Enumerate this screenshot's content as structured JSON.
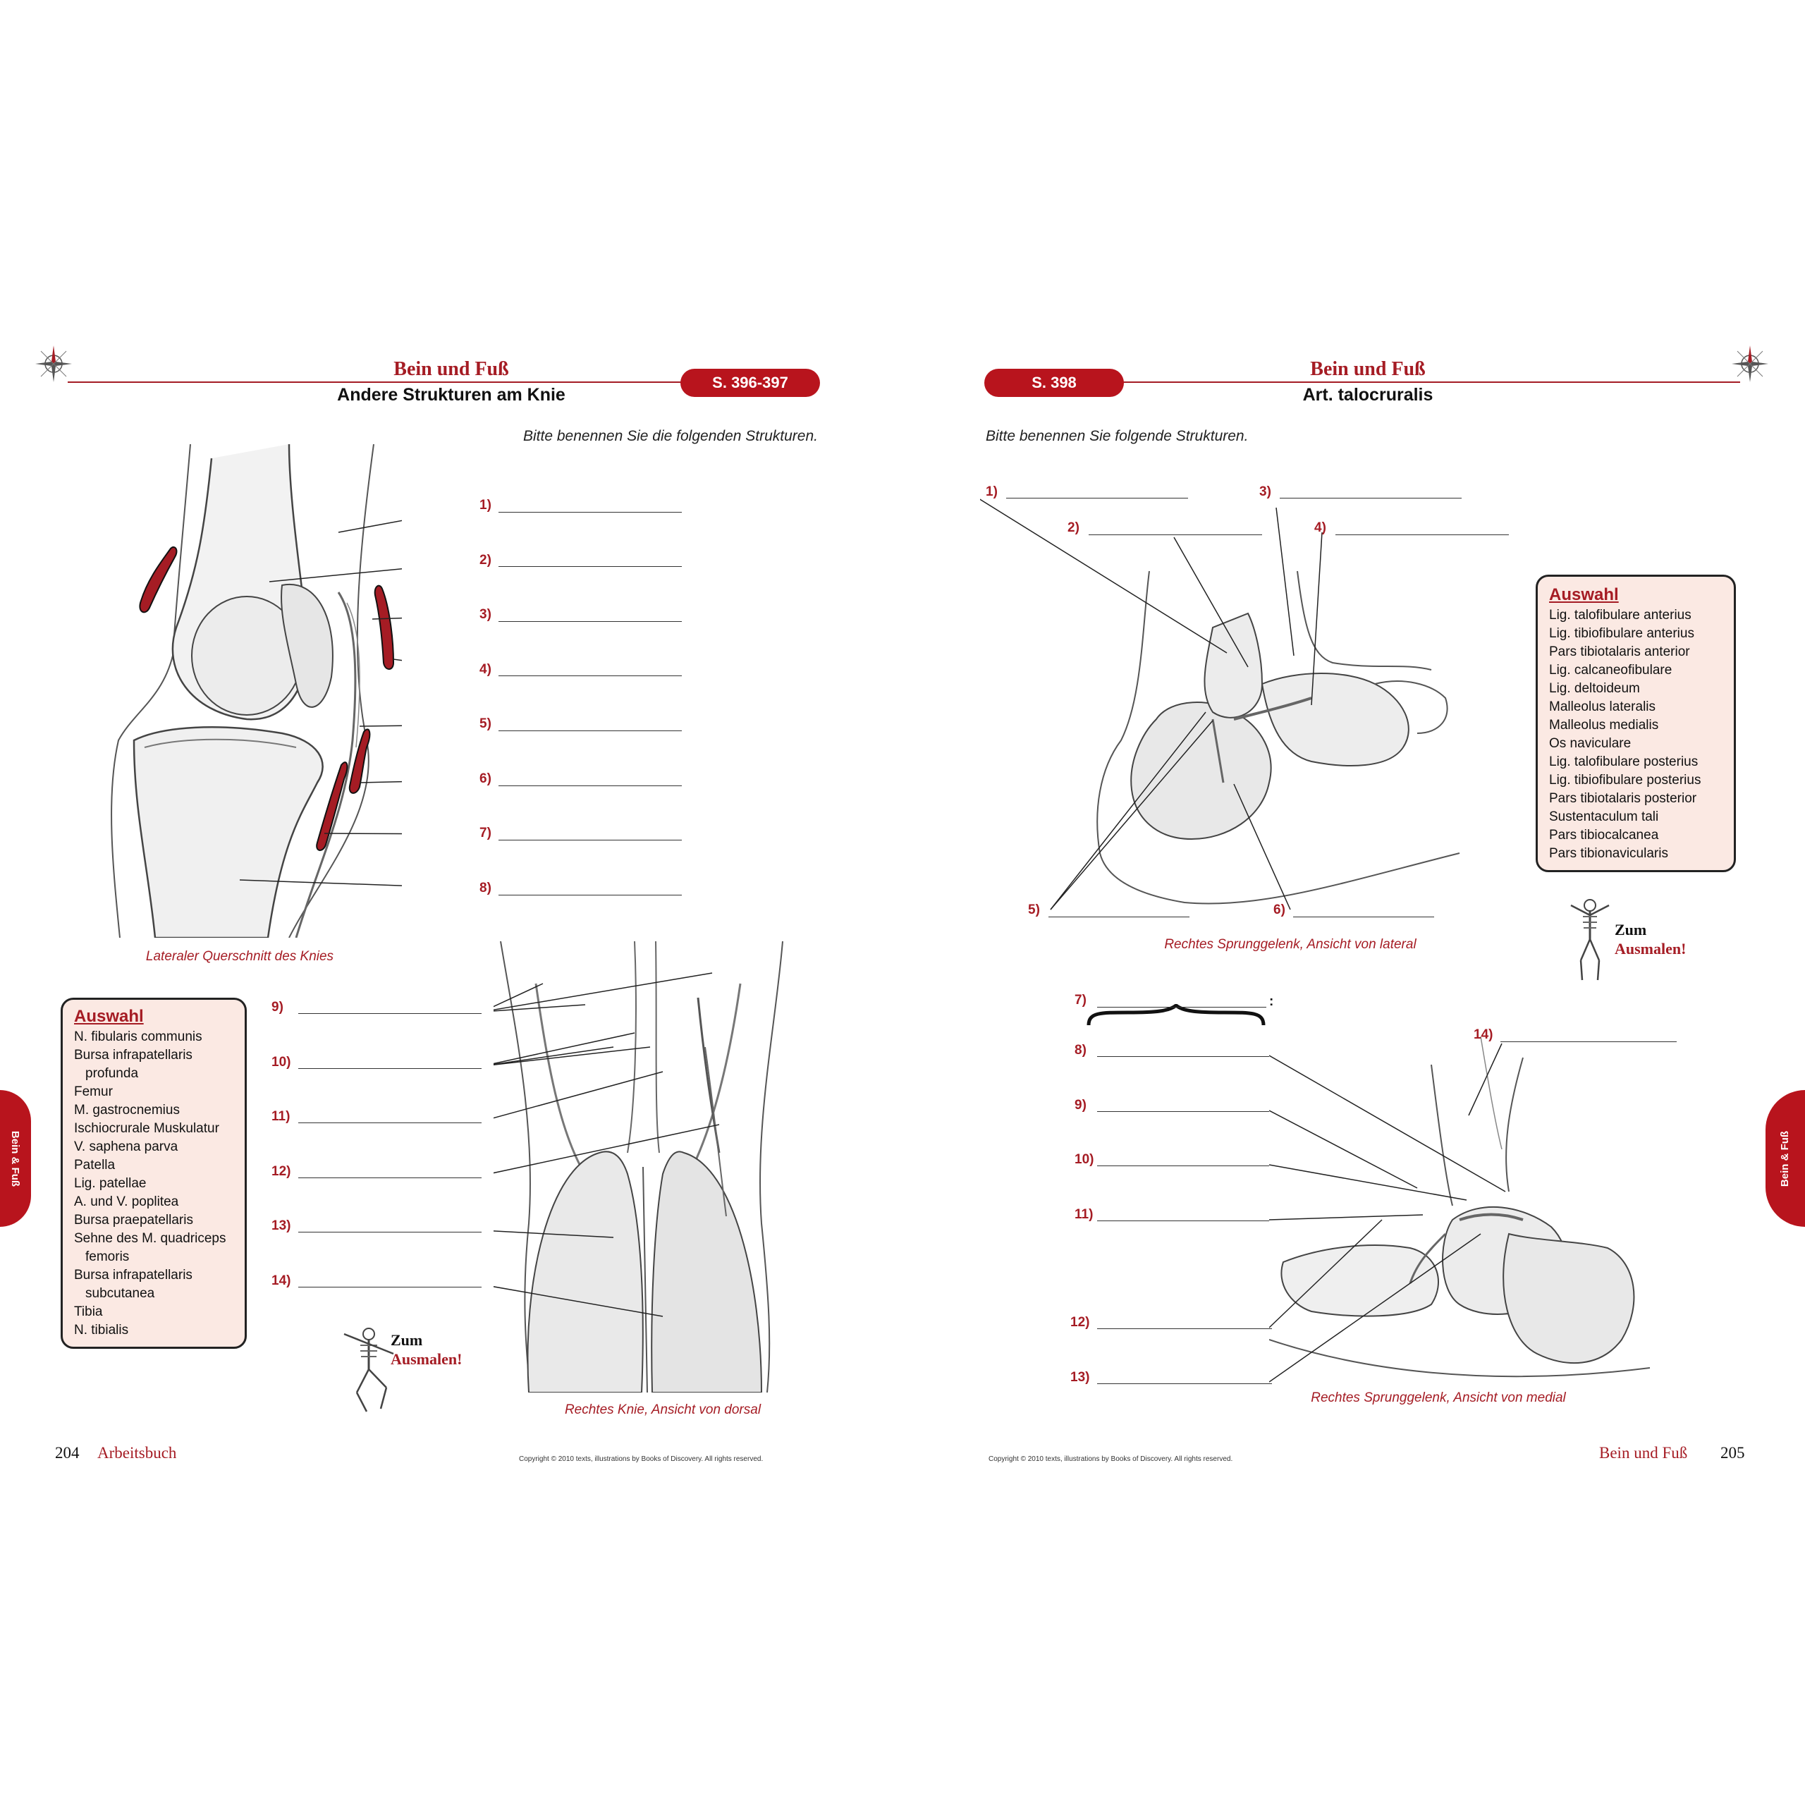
{
  "left_page": {
    "title": "Bein und Fuß",
    "subtitle": "Andere Strukturen am Knie",
    "page_ref": "S. 396-397",
    "instruction": "Bitte benennen Sie die folgenden Strukturen.",
    "labels_top": [
      "1)",
      "2)",
      "3)",
      "4)",
      "5)",
      "6)",
      "7)",
      "8)"
    ],
    "caption_top": "Lateraler Querschnitt des Knies",
    "labels_bottom": [
      "9)",
      "10)",
      "11)",
      "12)",
      "13)",
      "14)"
    ],
    "caption_bottom": "Rechtes Knie, Ansicht von dorsal",
    "selection": {
      "title": "Auswahl",
      "items": [
        {
          "text": "N. fibularis communis",
          "cont": false
        },
        {
          "text": "Bursa infrapatellaris",
          "cont": false
        },
        {
          "text": "profunda",
          "cont": true
        },
        {
          "text": "Femur",
          "cont": false
        },
        {
          "text": "M. gastrocnemius",
          "cont": false
        },
        {
          "text": "Ischiocrurale Muskulatur",
          "cont": false
        },
        {
          "text": "V. saphena parva",
          "cont": false
        },
        {
          "text": "Patella",
          "cont": false
        },
        {
          "text": "Lig. patellae",
          "cont": false
        },
        {
          "text": "A. und V. poplitea",
          "cont": false
        },
        {
          "text": "Bursa praepatellaris",
          "cont": false
        },
        {
          "text": "Sehne des M. quadriceps",
          "cont": false
        },
        {
          "text": "femoris",
          "cont": true
        },
        {
          "text": "Bursa infrapatellaris",
          "cont": false
        },
        {
          "text": "subcutanea",
          "cont": true
        },
        {
          "text": "Tibia",
          "cont": false
        },
        {
          "text": "N. tibialis",
          "cont": false
        }
      ]
    },
    "color_me": {
      "line1": "Zum",
      "line2": "Ausmalen!"
    },
    "page_number": "204",
    "footer_title": "Arbeitsbuch",
    "copyright": "Copyright © 2010 texts, illustrations by Books of Discovery.   All rights reserved."
  },
  "right_page": {
    "title": "Bein und Fuß",
    "subtitle": "Art. talocruralis",
    "page_ref": "S. 398",
    "instruction": "Bitte benennen Sie folgende Strukturen.",
    "labels_top": [
      "1)",
      "2)",
      "3)",
      "4)",
      "5)",
      "6)"
    ],
    "caption_top": "Rechtes Sprunggelenk, Ansicht von lateral",
    "labels_bottom": [
      "7)",
      "8)",
      "9)",
      "10)",
      "11)",
      "12)",
      "13)",
      "14)"
    ],
    "colon": ":",
    "caption_bottom": "Rechtes Sprunggelenk, Ansicht von medial",
    "selection": {
      "title": "Auswahl",
      "items": [
        {
          "text": "Lig. talofibulare anterius",
          "cont": false
        },
        {
          "text": "Lig. tibiofibulare anterius",
          "cont": false
        },
        {
          "text": "Pars tibiotalaris anterior",
          "cont": false
        },
        {
          "text": "Lig. calcaneofibulare",
          "cont": false
        },
        {
          "text": "Lig. deltoideum",
          "cont": false
        },
        {
          "text": "Malleolus lateralis",
          "cont": false
        },
        {
          "text": "Malleolus medialis",
          "cont": false
        },
        {
          "text": "Os naviculare",
          "cont": false
        },
        {
          "text": "Lig. talofibulare posterius",
          "cont": false
        },
        {
          "text": "Lig. tibiofibulare posterius",
          "cont": false
        },
        {
          "text": "Pars tibiotalaris posterior",
          "cont": false
        },
        {
          "text": "Sustentaculum tali",
          "cont": false
        },
        {
          "text": "Pars tibiocalcanea",
          "cont": false
        },
        {
          "text": "Pars tibionavicularis",
          "cont": false
        }
      ]
    },
    "color_me": {
      "line1": "Zum",
      "line2": "Ausmalen!"
    },
    "page_number": "205",
    "footer_title": "Bein und Fuß",
    "copyright": "Copyright © 2010 texts, illustrations by Books of Discovery.   All rights reserved."
  },
  "side_tab": "Bein & Fuß",
  "colors": {
    "accent": "#a51c24",
    "pill": "#b8141d",
    "box_bg": "#fbe9e3"
  }
}
